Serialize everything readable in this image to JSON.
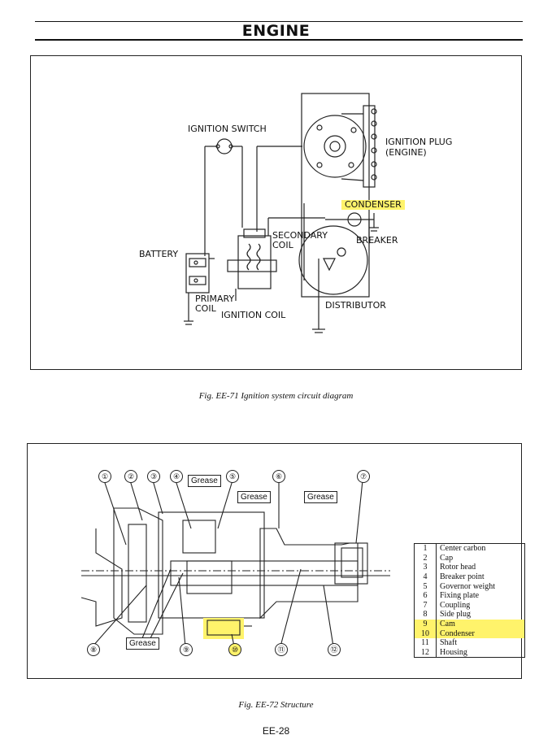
{
  "header": {
    "title": "ENGINE"
  },
  "fig71": {
    "caption": "Fig. EE-71 Ignition system circuit diagram",
    "labels": {
      "ignition_switch": "IGNITION SWITCH",
      "ignition_plug_line1": "IGNITION PLUG",
      "ignition_plug_line2": "(ENGINE)",
      "condenser": "CONDENSER",
      "breaker": "BREAKER",
      "secondary_coil_line1": "SECONDARY",
      "secondary_coil_line2": "COIL",
      "battery": "BATTERY",
      "primary_coil_line1": "PRIMARY",
      "primary_coil_line2": "COIL",
      "ignition_coil": "IGNITION COIL",
      "distributor": "DISTRIBUTOR"
    }
  },
  "fig72": {
    "caption": "Fig. EE-72 Structure",
    "grease_label": "Grease",
    "callouts": [
      "①",
      "②",
      "③",
      "④",
      "⑤",
      "⑥",
      "⑦",
      "⑧",
      "⑨",
      "⑩",
      "⑪",
      "⑫"
    ],
    "legend": [
      {
        "num": "1",
        "name": "Center carbon"
      },
      {
        "num": "2",
        "name": "Cap"
      },
      {
        "num": "3",
        "name": "Rotor head"
      },
      {
        "num": "4",
        "name": "Breaker point"
      },
      {
        "num": "5",
        "name": "Governor weight"
      },
      {
        "num": "6",
        "name": "Fixing plate"
      },
      {
        "num": "7",
        "name": "Coupling"
      },
      {
        "num": "8",
        "name": "Side plug"
      },
      {
        "num": "9",
        "name": "Cam"
      },
      {
        "num": "10",
        "name": "Condenser"
      },
      {
        "num": "11",
        "name": "Shaft"
      },
      {
        "num": "12",
        "name": "Housing"
      }
    ],
    "highlight_color": "#fff36b"
  },
  "footer": {
    "page_number": "EE-28"
  }
}
